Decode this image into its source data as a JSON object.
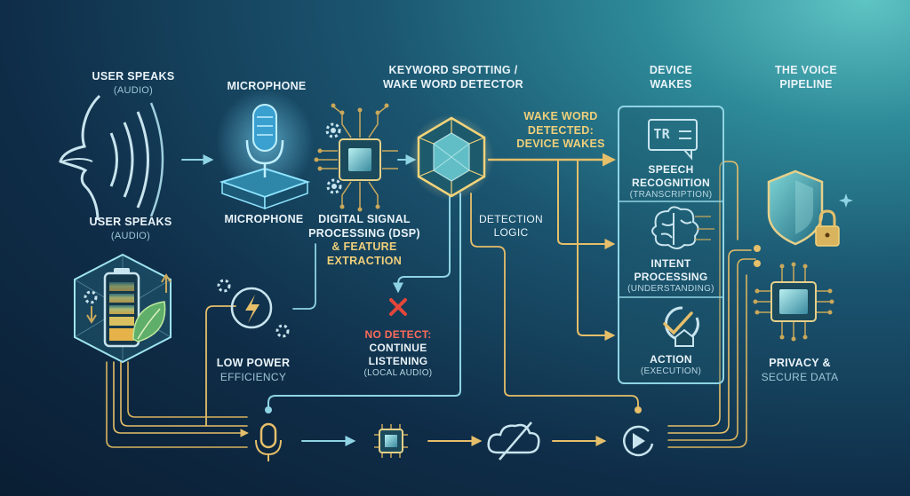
{
  "header": {
    "user_speaks_title": "USER SPEAKS",
    "user_speaks_sub": "(AUDIO)",
    "microphone_title": "MICROPHONE",
    "kws_title_line1": "KEYWORD SPOTTING /",
    "kws_title_line2": "WAKE WORD DETECTOR",
    "device_wakes_line1": "DEVICE",
    "device_wakes_line2": "WAKES",
    "pipeline_line1": "THE VOICE",
    "pipeline_line2": "PIPELINE"
  },
  "labels": {
    "user_speaks": "USER SPEAKS",
    "user_speaks_sub": "(AUDIO)",
    "microphone": "MICROPHONE",
    "dsp_line1": "DIGITAL SIGNAL",
    "dsp_line2": "PROCESSING (DSP)",
    "dsp_line3": "& FEATURE",
    "dsp_line4": "EXTRACTION",
    "wake_detected_line1": "WAKE WORD",
    "wake_detected_line2": "DETECTED:",
    "wake_detected_line3": "DEVICE WAKES",
    "detection_logic_line1": "DETECTION",
    "detection_logic_line2": "LOGIC",
    "no_detect_title": "NO DETECT:",
    "no_detect_line2": "CONTINUE",
    "no_detect_line3": "LISTENING",
    "no_detect_sub": "(LOCAL AUDIO)",
    "low_power_line1": "LOW POWER",
    "low_power_line2": "EFFICIENCY",
    "privacy_line1": "PRIVACY &",
    "privacy_line2": "SECURE DATA"
  },
  "panel": {
    "speech_icon_text": "TR",
    "speech_title_line1": "SPEECH",
    "speech_title_line2": "RECOGNITION",
    "speech_sub": "(TRANSCRIPTION)",
    "intent_title_line1": "INTENT",
    "intent_title_line2": "PROCESSING",
    "intent_sub": "(UNDERSTANDING)",
    "action_title": "ACTION",
    "action_sub": "(EXECUTION)"
  },
  "colors": {
    "accent_gold": "#e6bf6a",
    "accent_cyan": "#7fd6e6",
    "alert_red": "#e5463a",
    "text_light": "#e9f3f8"
  }
}
